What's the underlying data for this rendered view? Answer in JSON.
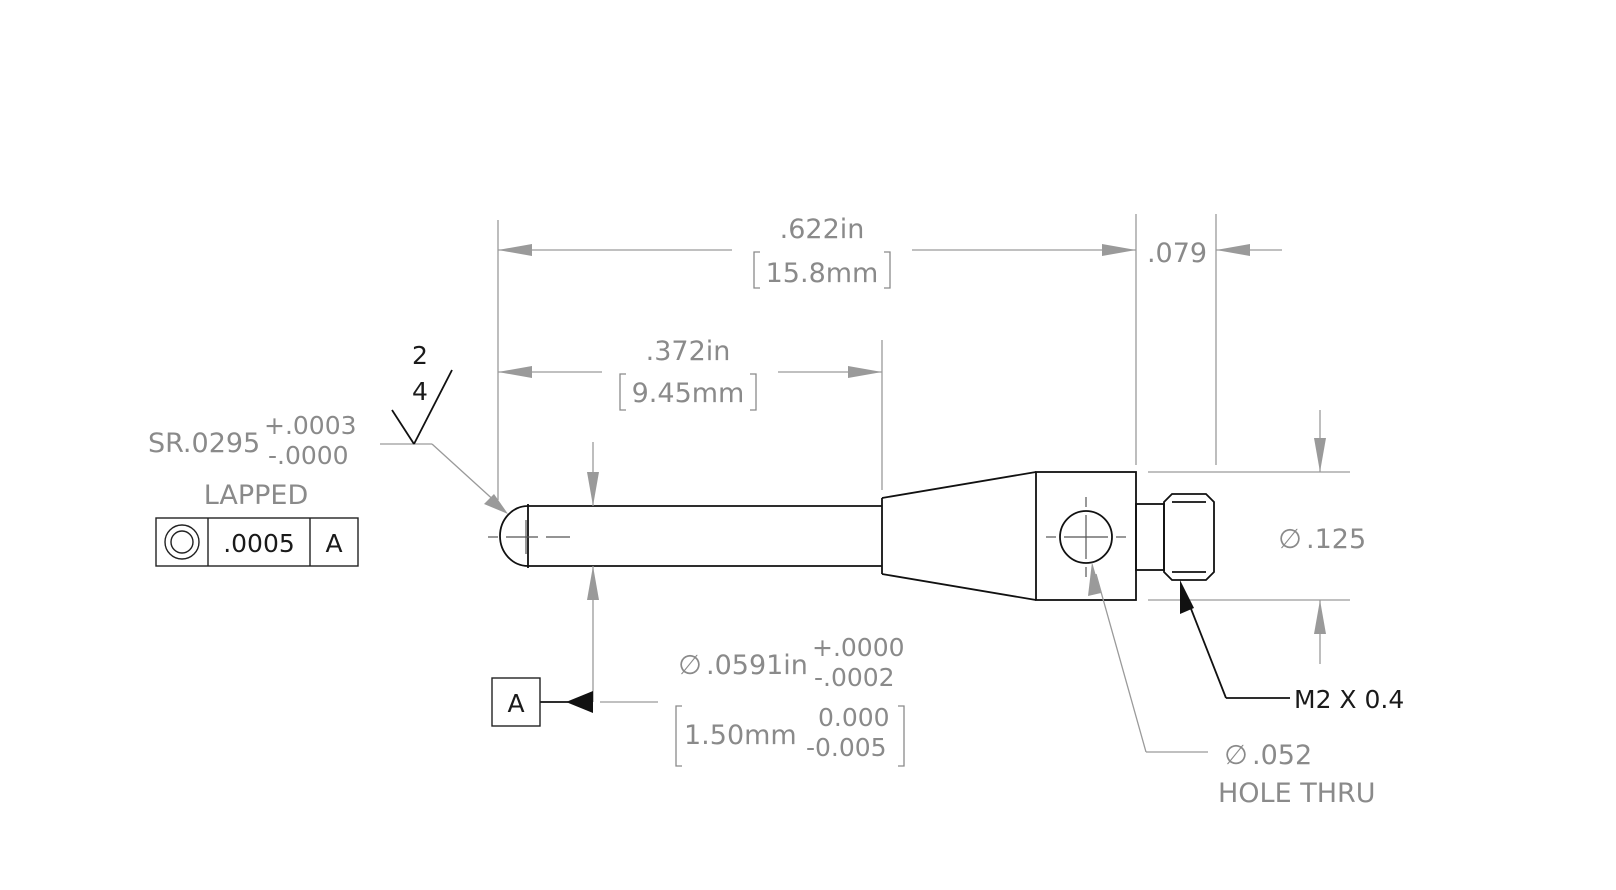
{
  "dimensions": {
    "overall_length_in": ".622in",
    "overall_length_mm": "15.8mm",
    "thread_length": ".079",
    "shank_length_in": ".372in",
    "shank_length_mm": "9.45mm",
    "body_diameter": ".125",
    "stem_diameter_in": ".0591in",
    "stem_tol_plus_in": "+.0000",
    "stem_tol_minus_in": "-.0002",
    "stem_diameter_mm": "1.50mm",
    "stem_tol_plus_mm": "0.000",
    "stem_tol_minus_mm": "-0.005",
    "hole_diameter": ".052",
    "hole_note": "HOLE THRU",
    "thread_callout": "M2 X 0.4"
  },
  "tip": {
    "radius_label": "SR.0295",
    "tol_plus": "+.0003",
    "tol_minus": "-.0000",
    "finish_note": "LAPPED",
    "surface_finish_top": "2",
    "surface_finish_bottom": "4"
  },
  "tolerance_frame": {
    "symbol": "concentricity",
    "value": ".0005",
    "datum": "A"
  },
  "datum_label": "A",
  "diameter_symbol": "∅"
}
